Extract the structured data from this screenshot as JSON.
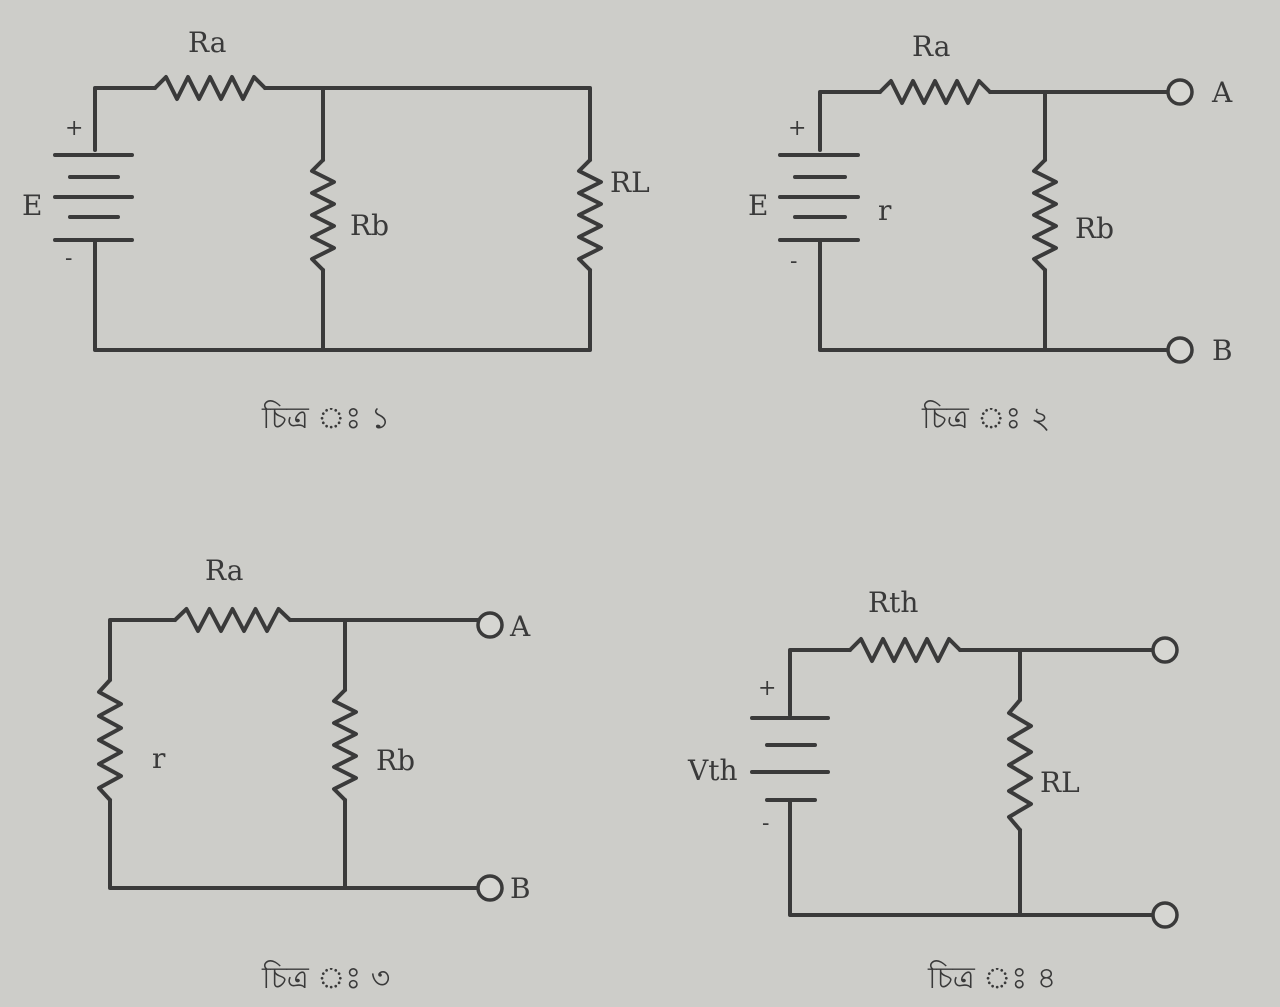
{
  "figures": [
    {
      "caption": "চিত্র ঃ ১",
      "labels": {
        "Ra": "Ra",
        "Rb": "Rb",
        "RL": "RL",
        "E": "E",
        "plus": "+",
        "minus": "-"
      }
    },
    {
      "caption": "চিত্র ঃ ২",
      "labels": {
        "Ra": "Ra",
        "Rb": "Rb",
        "E": "E",
        "r": "r",
        "A": "A",
        "B": "B",
        "plus": "+",
        "minus": "-"
      }
    },
    {
      "caption": "চিত্র ঃ ৩",
      "labels": {
        "Ra": "Ra",
        "Rb": "Rb",
        "r": "r",
        "A": "A",
        "B": "B"
      }
    },
    {
      "caption": "চিত্র ঃ ৪",
      "labels": {
        "Rth": "Rth",
        "RL": "RL",
        "Vth": "Vth",
        "plus": "+",
        "minus": "-"
      }
    }
  ]
}
